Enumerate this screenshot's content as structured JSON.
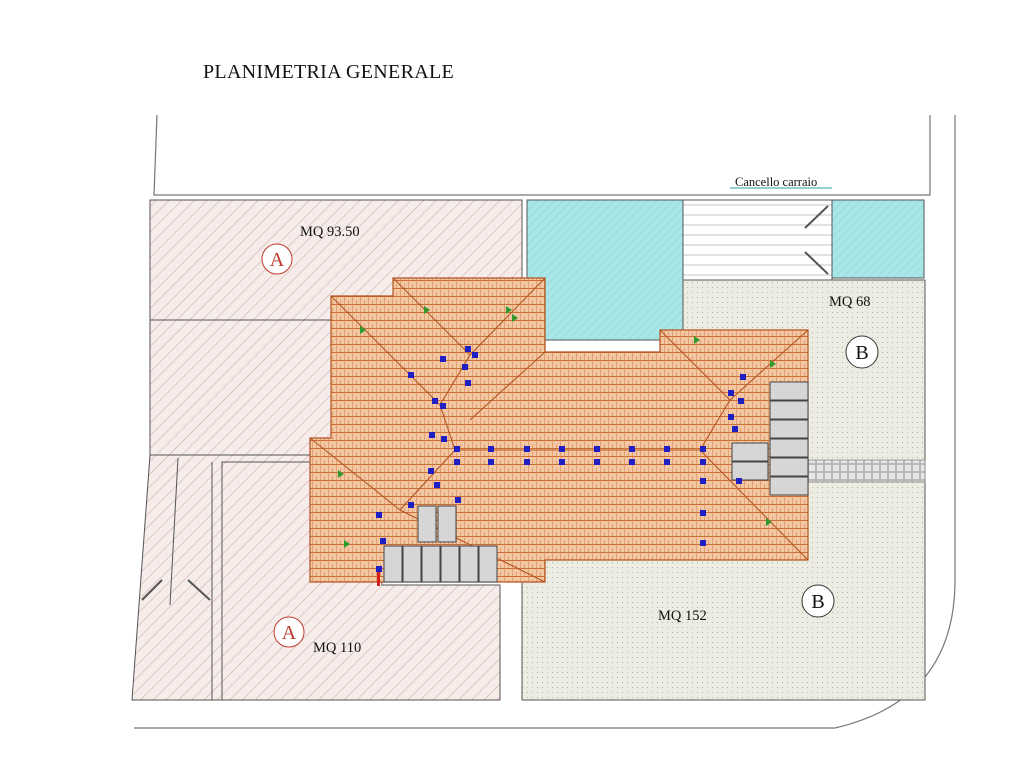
{
  "title": "PLANIMETRIA GENERALE",
  "labels": {
    "gate": "Cancello carraio",
    "area_a_top": "MQ 93.50",
    "area_a_bottom": "MQ 110",
    "area_b_top": "MQ 68",
    "area_b_bottom": "MQ 152"
  },
  "zones": {
    "a": "A",
    "b": "B"
  },
  "colors": {
    "zone_a_fill": "#f6ecea",
    "zone_a_hatch": "#c9a5a2",
    "zone_a_marker": "#c0392b",
    "zone_b_fill": "#ececE2",
    "pool": "#a9e6e7",
    "roof": "#f3c7a2",
    "roof_lines": "#c8622b",
    "downspout": "#1f1fc4",
    "vent": "#2e9a2e",
    "panels": "#d6d6d6"
  }
}
